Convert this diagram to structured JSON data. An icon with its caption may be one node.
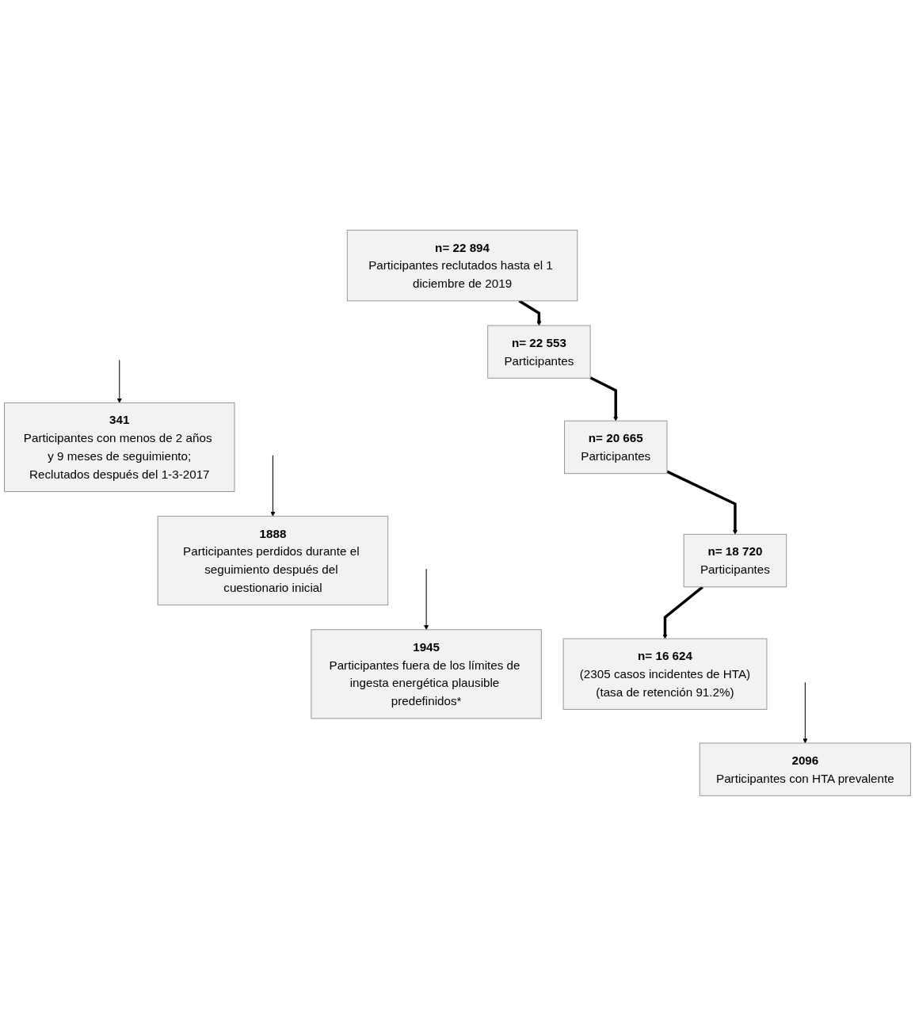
{
  "diagram": {
    "nodes": [
      {
        "text": [
          "n= 22 894",
          "Participantes reclutados hasta el 1 diciembre de 2019"
        ]
      },
      {
        "text": [
          "341",
          "Participantes con menos de 2 años y 9 meses de seguimiento;",
          "Reclutados después del 1-3-2017"
        ]
      },
      {
        "text": [
          "n= 22 553",
          "Participantes"
        ]
      },
      {
        "text": [
          "1888",
          "Participantes perdidos durante el seguimiento después del cuestionario inicial"
        ]
      },
      {
        "text": [
          "n= 20 665",
          "Participantes"
        ]
      },
      {
        "text": [
          "1945",
          "Participantes fuera de los límites de ingesta energética plausible predefinidos*"
        ]
      },
      {
        "text": [
          "n= 18 720",
          "Participantes"
        ]
      },
      {
        "text": [
          "2096",
          "Participantes con HTA prevalente"
        ]
      },
      {
        "text": [
          "n= 16 624",
          "(2305 casos incidentes de HTA)",
          "(tasa de retención 91.2%)"
        ]
      }
    ],
    "edges": [
      {
        "from": 0,
        "to": 2,
        "arrow": "to",
        "style": "thick"
      },
      {
        "from": null,
        "to": 1,
        "arrow": "to"
      },
      {
        "from": 2,
        "to": 4,
        "arrow": "to",
        "style": "thick"
      },
      {
        "from": null,
        "to": 3,
        "arrow": "to"
      },
      {
        "from": 4,
        "to": 6,
        "arrow": "to",
        "style": "thick"
      },
      {
        "from": null,
        "to": 5,
        "arrow": "to"
      },
      {
        "from": 6,
        "to": 8,
        "arrow": "to",
        "style": "thick"
      },
      {
        "from": null,
        "to": 7,
        "arrow": "to"
      }
    ]
  }
}
